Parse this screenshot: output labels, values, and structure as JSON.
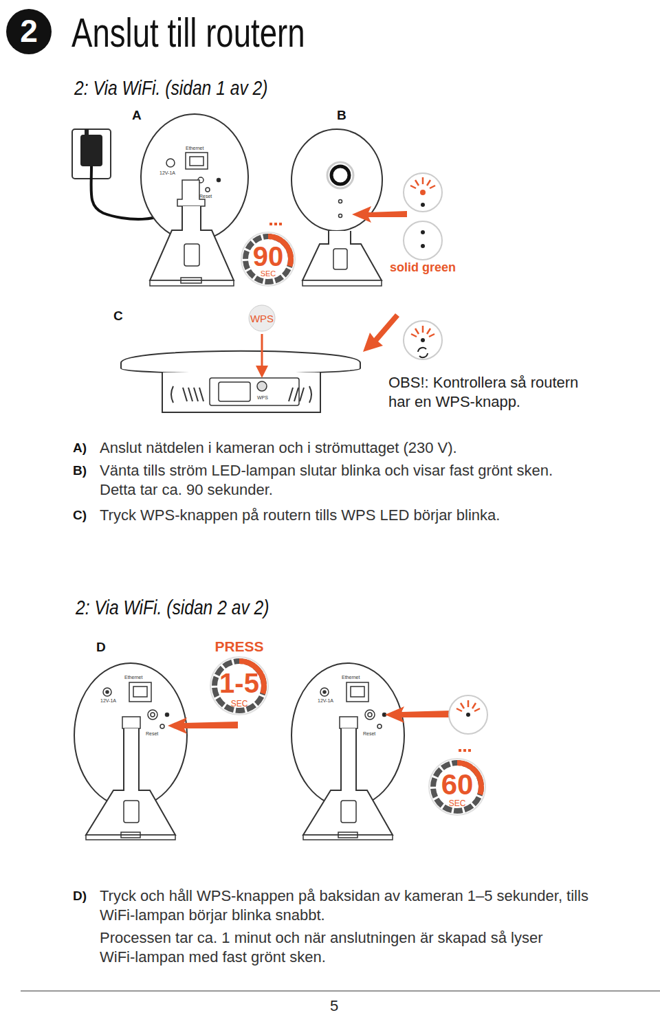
{
  "diagram": {
    "title": "Anslut till routern",
    "nodes": [
      {
        "text": [
          "2"
        ]
      },
      {
        "text": [
          "90",
          "SEC"
        ]
      },
      {
        "text": [
          "WPS"
        ]
      },
      {
        "text": [
          "PRESS",
          "1-5",
          "SEC"
        ]
      },
      {
        "text": [
          "60",
          "SEC"
        ]
      }
    ],
    "labels": [
      "2: Via WiFi. (sidan 1 av 2)",
      "A",
      "B",
      "12V-1A",
      "Ethernet",
      "Reset",
      "solid green",
      "C",
      "WPS",
      "OBS!: Kontrollera så routern har en WPS-knapp.",
      "A)",
      "Anslut nätdelen i kameran och i strömuttaget (230 V).",
      "B)",
      "Vänta tills ström LED-lampan slutar blinka och visar fast grönt sken. Detta tar ca. 90 sekunder.",
      "C)",
      "Tryck WPS-knappen på routern tills WPS LED börjar blinka.",
      "2: Via WiFi. (sidan 2 av 2)",
      "D",
      "12V-1A",
      "Ethernet",
      "Reset",
      "12V-1A",
      "Ethernet",
      "Reset",
      "D)",
      "Tryck och håll WPS-knappen på baksidan av kameran 1–5 sekunder, tills WiFi-lampan börjar blinka snabbt.",
      "Processen tar ca. 1 minut och när anslutningen är skapad så lyser WiFi-lampan med fast grönt sken.",
      "5"
    ]
  }
}
